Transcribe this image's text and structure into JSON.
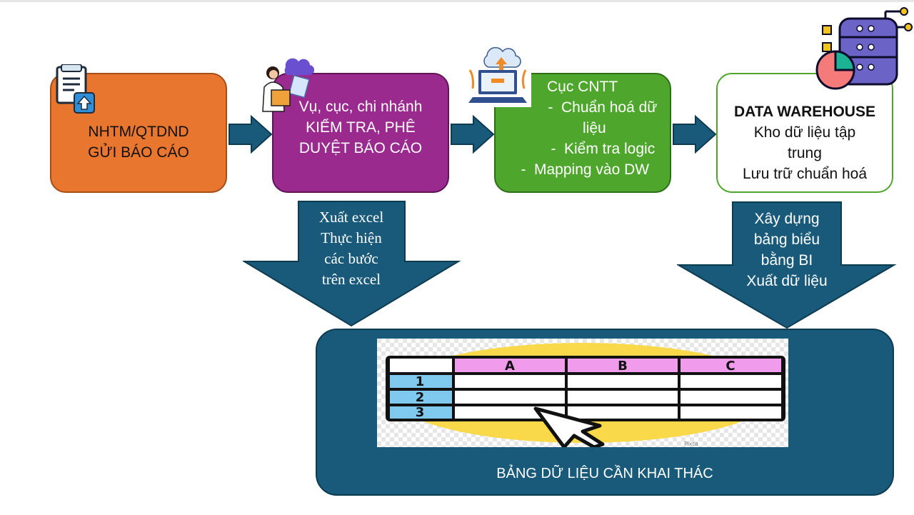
{
  "steps": {
    "box1": {
      "line1": "NHTM/QTDND",
      "line2": "GỬI BÁO CÁO"
    },
    "box2": {
      "line1": "Vụ, cục, chi nhánh",
      "line2": "KIỂM TRA, PHÊ",
      "line3": "DUYỆT BÁO CÁO"
    },
    "box3": {
      "title": "Cục CNTT",
      "bullets": [
        "Chuẩn hoá dữ",
        "liệu",
        "Kiểm tra logic",
        "Mapping vào DW"
      ]
    },
    "box4": {
      "title": "DATA WAREHOUSE",
      "line1": "Kho dữ liệu tập",
      "line2": "trung",
      "line3": "Lưu trữ chuẩn hoá"
    }
  },
  "down_arrows": {
    "left": [
      "Xuất excel",
      "Thực hiện",
      "các bước",
      "trên excel"
    ],
    "right": [
      "Xây dựng",
      "bảng biểu",
      "bằng BI",
      "Xuất dữ liệu"
    ]
  },
  "output_panel": {
    "caption": "BẢNG DỮ LIỆU CẦN KHAI THÁC",
    "sheet": {
      "columns": [
        "A",
        "B",
        "C"
      ],
      "rows": [
        "1",
        "2",
        "3"
      ],
      "watermark": "Pixta"
    }
  },
  "colors": {
    "orange": "#e8762f",
    "purple": "#9b2a8f",
    "green": "#4ea72c",
    "navy": "#195a7a"
  },
  "icons": [
    "document-upload-icon",
    "woman-cloud-icon",
    "laptop-cloud-upload-icon",
    "database-server-icon",
    "cursor-pointer-icon"
  ]
}
